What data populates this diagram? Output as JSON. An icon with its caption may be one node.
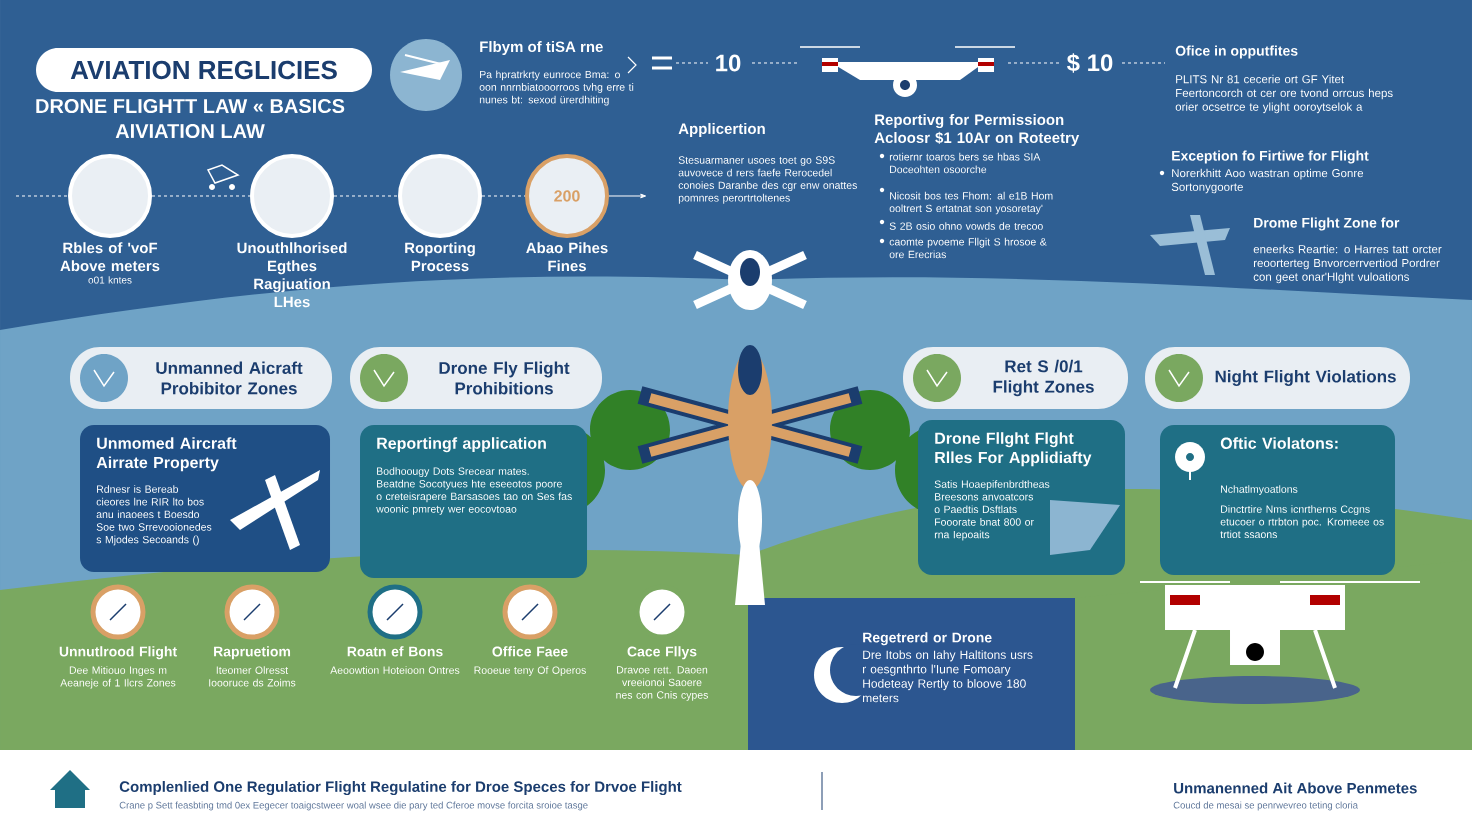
{
  "diagram": {
    "title": "AVIATION REGLICIES",
    "nodes": [
      {
        "text": [
          "Rbles of 'voF Above meters",
          "o01 kntes"
        ]
      },
      {
        "text": [
          "Unouthlhorised Egthes Ragjuation LHes"
        ]
      },
      {
        "text": [
          "Roporting Process"
        ]
      },
      {
        "text": [
          "200",
          "Abao Pihes Fines"
        ]
      },
      {
        "text": [
          "Unmanned Aicraft Probibitor Zones"
        ]
      },
      {
        "text": [
          "Drone Fly Flight Prohibitions"
        ]
      },
      {
        "text": [
          "Ret S /0/1 Flight Zones"
        ]
      },
      {
        "text": [
          "Night Flight Violations"
        ]
      },
      {
        "text": [
          "Unmomed Aircraft Airrate Property",
          "Rdnesr is Bereab cieores lne RIR lto bos anu inaoees t Boesdo Soe two Srrevooionedes s Mjodes Secoands ()"
        ]
      },
      {
        "text": [
          "Reportingf application",
          "Bodhoougy Dots Srecear mates. Beatdne Socotyues hte eseeotos poore o creteisrapere Barsasoes tao on Ses fas woonic pmrety wer eocovtoao"
        ]
      },
      {
        "text": [
          "Drone Fllght Flght Rlles For Applidiafty",
          "Satis Hoaepifenbrdtheas Breesons anvoatcors o Paedtis Dsftlats Fooorate bnat 800 or rna Iepoaits"
        ]
      },
      {
        "text": [
          "Oftic Violatons:",
          "Nchatlmyoatlons",
          "Dinctrtire Nms icnrtherns Ccgns etucoer o rtrbton poc. Kromeee os trtiot ssaons"
        ]
      },
      {
        "text": [
          "Unnutlrood Flight",
          "Dee Mitiouo Inges m Aeaneje of 1 Ilcrs Zones"
        ]
      },
      {
        "text": [
          "Rapruetiom",
          "Iteomer Olresst Ioooruce ds Zoims"
        ]
      },
      {
        "text": [
          "Roatn ef Bons",
          "Aeoowtion Hoteioon Ontres"
        ]
      },
      {
        "text": [
          "Office Faee",
          "Rooeue teny Of Operos"
        ]
      },
      {
        "text": [
          "Cace Fllys",
          "Dravoe rett. Daoen vreeionoi Saoere nes con Cnis cypes"
        ]
      },
      {
        "text": [
          "Regetrerd or Drone",
          "Dre Itobs on Iahy Haltitons usrs r oesgnthrto l'Iune Fomoary Hodeteay Rertly to bloove 180 meters"
        ]
      }
    ],
    "edges": [
      {
        "from": null,
        "to": 0,
        "arrow": "none",
        "style": "dashed"
      },
      {
        "from": 0,
        "to": 1,
        "arrow": "none",
        "style": "dashed"
      },
      {
        "from": 1,
        "to": 2,
        "arrow": "none",
        "style": "dashed"
      },
      {
        "from": 2,
        "to": 3,
        "arrow": "none",
        "style": "dashed"
      },
      {
        "from": 3,
        "to": null,
        "arrow": "to"
      }
    ],
    "labels": [
      "DRONE FLIGHTT LAW « BASICS",
      "AIVIATION LAW",
      "Flbym of tiSA rne",
      "Pa hpratrkrty eunroce Bma: o oon nnrnbiatooorroos tvhg erre ti nunes bt: sexod ürerdhiting",
      "10",
      "$ 10",
      "Applicertion",
      "Stesuarmaner usoes toet go S9S auvovece d rers faefe Rerocedel conoies Daranbe des cgr enw onattes pomnres perortrtoltenes",
      "Reportivg for Permissioon Acloosr $1 10Ar on Roteetry",
      "rotiernr toaros bers se hbas SIA Doceohten osoorche",
      "Nicosit bos tes Fhom: al e1B Hom ooltrert S ertatnat son yosoretay'",
      "S 2B osio ohno vowds de trecoo",
      "caomte pvoeme Fllgit S hrosoe & ore Erecrias",
      "Ofice in opputfites",
      "PLITS Nr 81 cecerie ort GF Yitet Feertoncorch ot cer ore tvond orrcus heps orier ocsetrce te ylight ooroytselok a",
      "Exception fo Firtiwe for Flight",
      "Norerkhitt Aoo wastran optime Gonre Sortonygoorte",
      "Drome Flight Zone for",
      "eneerks Reartie: o Harres tatt orcter reoorterteg Bnvorcerrvertiod Pordrer con geet onar'Hlght vuloations",
      "Complenlied One Regulatior Flight Regulatine for Droe Speces for Drvoe Flight",
      "Crane p Sett feasbting tmd 0ex Eegecer toaigcstweer woal wsee die pary ted Cferoe movse forcita sroioe tasge",
      "Unmanenned Ait Above Penmetes",
      "Coucd de mesai se penrwevreo teting cloria"
    ]
  }
}
